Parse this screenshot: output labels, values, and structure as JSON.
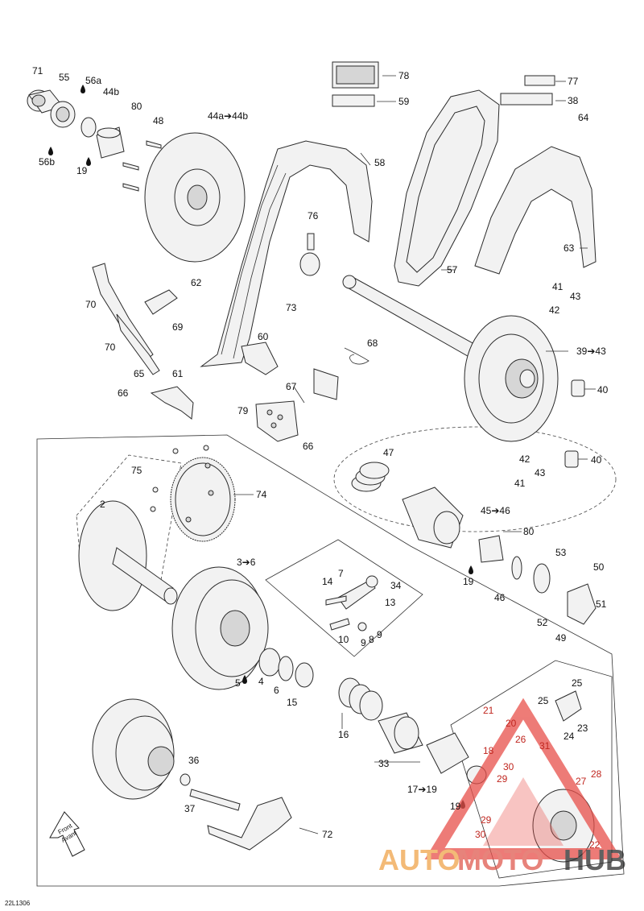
{
  "diagram_code": "22L1306",
  "front_arrow": {
    "line1": "Front",
    "line2": "Avant"
  },
  "watermark": {
    "part1": "AUTO",
    "part2": "MOTO",
    "part3": "HUB",
    "color1": "#f0a44a",
    "color2": "#e05a4f",
    "color3": "#2d2d2d",
    "triangle_color": "#e8504a"
  },
  "labels": [
    {
      "id": "71",
      "text": "71"
    },
    {
      "id": "55",
      "text": "55"
    },
    {
      "id": "56a",
      "text": "56a"
    },
    {
      "id": "44b",
      "text": "44b"
    },
    {
      "id": "80a",
      "text": "80"
    },
    {
      "id": "48",
      "text": "48"
    },
    {
      "id": "44a44b",
      "text": "44a➔44b"
    },
    {
      "id": "56b",
      "text": "56b"
    },
    {
      "id": "19a",
      "text": "19"
    },
    {
      "id": "78",
      "text": "78"
    },
    {
      "id": "59",
      "text": "59"
    },
    {
      "id": "77",
      "text": "77"
    },
    {
      "id": "38",
      "text": "38"
    },
    {
      "id": "64",
      "text": "64"
    },
    {
      "id": "58",
      "text": "58"
    },
    {
      "id": "76",
      "text": "76"
    },
    {
      "id": "57",
      "text": "57"
    },
    {
      "id": "63",
      "text": "63"
    },
    {
      "id": "62",
      "text": "62"
    },
    {
      "id": "70a",
      "text": "70"
    },
    {
      "id": "73",
      "text": "73"
    },
    {
      "id": "41a",
      "text": "41"
    },
    {
      "id": "43a",
      "text": "43"
    },
    {
      "id": "42a",
      "text": "42"
    },
    {
      "id": "69",
      "text": "69"
    },
    {
      "id": "70b",
      "text": "70"
    },
    {
      "id": "60",
      "text": "60"
    },
    {
      "id": "68",
      "text": "68"
    },
    {
      "id": "3943",
      "text": "39➔43"
    },
    {
      "id": "61",
      "text": "61"
    },
    {
      "id": "65",
      "text": "65"
    },
    {
      "id": "40a",
      "text": "40"
    },
    {
      "id": "67",
      "text": "67"
    },
    {
      "id": "66a",
      "text": "66"
    },
    {
      "id": "79",
      "text": "79"
    },
    {
      "id": "66b",
      "text": "66"
    },
    {
      "id": "47",
      "text": "47"
    },
    {
      "id": "42b",
      "text": "42"
    },
    {
      "id": "40b",
      "text": "40"
    },
    {
      "id": "43b",
      "text": "43"
    },
    {
      "id": "41b",
      "text": "41"
    },
    {
      "id": "75",
      "text": "75"
    },
    {
      "id": "74",
      "text": "74"
    },
    {
      "id": "2",
      "text": "2"
    },
    {
      "id": "4546",
      "text": "45➔46"
    },
    {
      "id": "80b",
      "text": "80"
    },
    {
      "id": "53",
      "text": "53"
    },
    {
      "id": "36",
      "text": "3➔6"
    },
    {
      "id": "19b",
      "text": "19"
    },
    {
      "id": "50",
      "text": "50"
    },
    {
      "id": "7",
      "text": "7"
    },
    {
      "id": "14",
      "text": "14"
    },
    {
      "id": "34",
      "text": "34"
    },
    {
      "id": "13",
      "text": "13"
    },
    {
      "id": "46",
      "text": "46"
    },
    {
      "id": "51",
      "text": "51"
    },
    {
      "id": "52",
      "text": "52"
    },
    {
      "id": "10",
      "text": "10"
    },
    {
      "id": "9a",
      "text": "9"
    },
    {
      "id": "8",
      "text": "8"
    },
    {
      "id": "9b",
      "text": "9"
    },
    {
      "id": "49",
      "text": "49"
    },
    {
      "id": "5",
      "text": "5"
    },
    {
      "id": "4",
      "text": "4"
    },
    {
      "id": "6",
      "text": "6"
    },
    {
      "id": "15",
      "text": "15"
    },
    {
      "id": "25a",
      "text": "25"
    },
    {
      "id": "25b",
      "text": "25"
    },
    {
      "id": "21",
      "text": "21"
    },
    {
      "id": "20",
      "text": "20"
    },
    {
      "id": "24",
      "text": "24"
    },
    {
      "id": "23",
      "text": "23"
    },
    {
      "id": "16",
      "text": "16"
    },
    {
      "id": "26",
      "text": "26"
    },
    {
      "id": "31",
      "text": "31"
    },
    {
      "id": "18",
      "text": "18"
    },
    {
      "id": "33",
      "text": "33"
    },
    {
      "id": "30a",
      "text": "30"
    },
    {
      "id": "28",
      "text": "28"
    },
    {
      "id": "36b",
      "text": "36"
    },
    {
      "id": "29a",
      "text": "29"
    },
    {
      "id": "27",
      "text": "27"
    },
    {
      "id": "1719",
      "text": "17➔19"
    },
    {
      "id": "37",
      "text": "37"
    },
    {
      "id": "19c",
      "text": "19"
    },
    {
      "id": "29b",
      "text": "29"
    },
    {
      "id": "72",
      "text": "72"
    },
    {
      "id": "30b",
      "text": "30"
    },
    {
      "id": "22",
      "text": "22"
    }
  ]
}
